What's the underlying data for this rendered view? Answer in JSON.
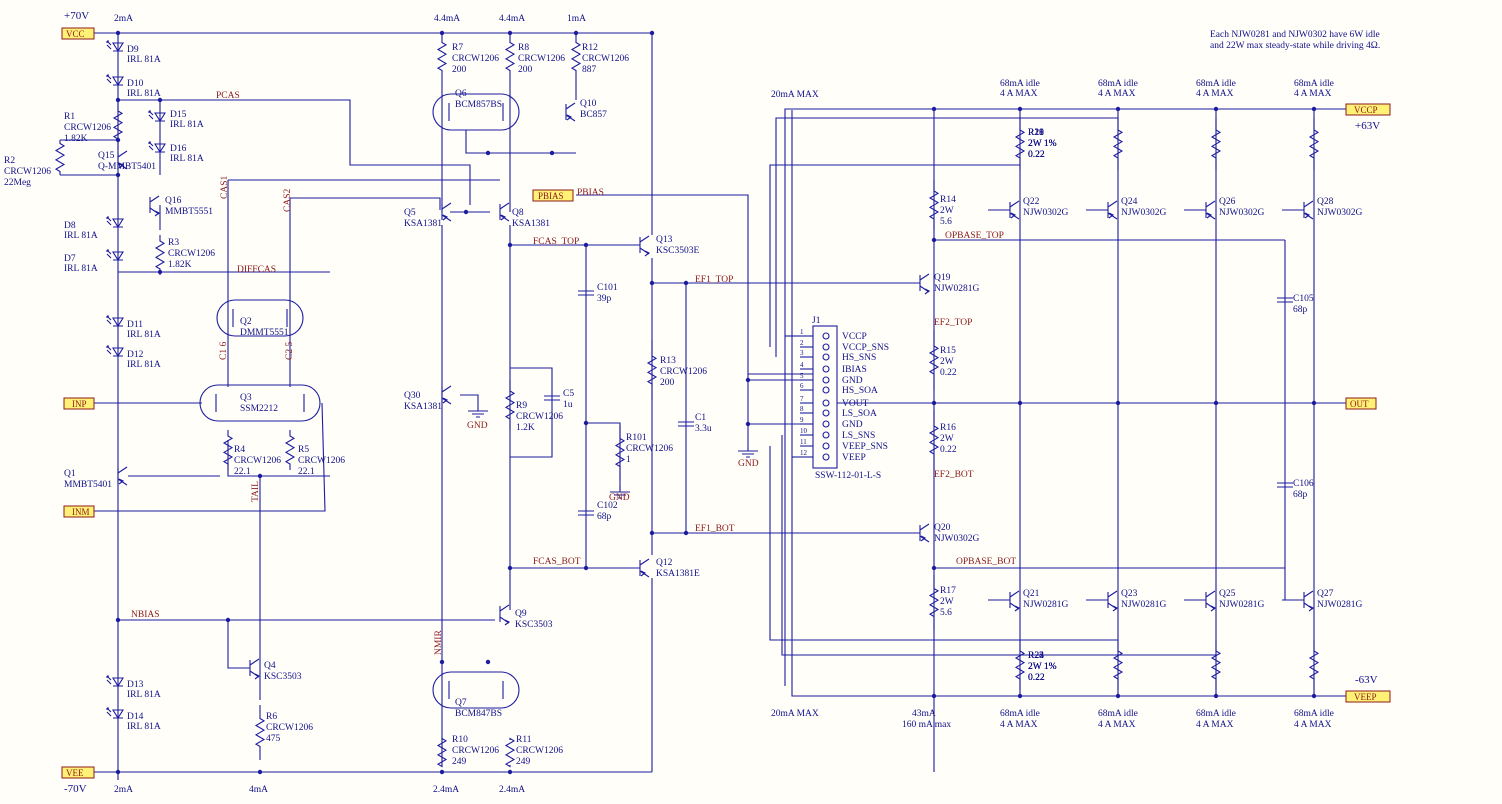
{
  "supplies": {
    "vplus": "+70V",
    "vminus": "-70V",
    "vccp": "+63V",
    "veep": "-63V"
  },
  "note": [
    "Each NJW0281 and NJW0302 have 6W idle",
    "and 22W max steady-state while driving 4Ω."
  ],
  "ports": {
    "vcc": "VCC",
    "vee": "VEE",
    "inp": "INP",
    "inm": "INM",
    "pbias": "PBIAS",
    "vccp": "VCCP",
    "veep": "VEEP",
    "out": "OUT"
  },
  "currents": {
    "top_2ma": "2mA",
    "top_44a": "4.4mA",
    "top_44b": "4.4mA",
    "top_1ma": "1mA",
    "bot_2ma": "2mA",
    "bot_4ma": "4mA",
    "bot_24a": "2.4mA",
    "bot_24b": "2.4mA",
    "max20_top": "20mA MAX",
    "max20_bot": "20mA MAX",
    "bot_43": "43mA",
    "bot_160": "160 mA max"
  },
  "idle_top": [
    "68mA idle",
    "68mA idle",
    "68mA idle",
    "68mA idle"
  ],
  "amax_top": [
    "4 A MAX",
    "4 A MAX",
    "4 A MAX",
    "4 A MAX"
  ],
  "idle_bot": [
    "68mA idle",
    "68mA idle",
    "68mA idle",
    "68mA idle"
  ],
  "amax_bot": [
    "4 A MAX",
    "4 A MAX",
    "4 A MAX",
    "4 A MAX"
  ],
  "netlabels": {
    "pcas": "PCAS",
    "cas1": "CAS1",
    "cas2": "CAS2",
    "diffcas": "DIFFCAS",
    "pbias": "PBIAS",
    "fcas_top": "FCAS_TOP",
    "fcas_bot": "FCAS_BOT",
    "ef1_top": "EF1_TOP",
    "ef1_bot": "EF1_BOT",
    "ef2_top": "EF2_TOP",
    "ef2_bot": "EF2_BOT",
    "opbase_top": "OPBASE_TOP",
    "opbase_bot": "OPBASE_BOT",
    "nbias": "NBIAS",
    "tail": "TAIL",
    "nmir": "NMIR",
    "c16": "C1 6",
    "c25": "C2 5",
    "gnd1": "GND",
    "gnd2": "GND",
    "gnd3": "GND"
  },
  "diodes": [
    {
      "ref": "D9",
      "val": "IRL 81A"
    },
    {
      "ref": "D10",
      "val": "IRL 81A"
    },
    {
      "ref": "D15",
      "val": "IRL 81A"
    },
    {
      "ref": "D16",
      "val": "IRL 81A"
    },
    {
      "ref": "D8",
      "val": "IRL 81A"
    },
    {
      "ref": "D7",
      "val": "IRL 81A"
    },
    {
      "ref": "D11",
      "val": "IRL 81A"
    },
    {
      "ref": "D12",
      "val": "IRL 81A"
    },
    {
      "ref": "D13",
      "val": "IRL 81A"
    },
    {
      "ref": "D14",
      "val": "IRL 81A"
    }
  ],
  "resistors": {
    "R1": [
      "R1",
      "CRCW1206",
      "1.82K"
    ],
    "R2": [
      "R2",
      "CRCW1206",
      "22Meg"
    ],
    "R3": [
      "R3",
      "CRCW1206",
      "1.82K"
    ],
    "R4": [
      "R4",
      "CRCW1206",
      "22.1"
    ],
    "R5": [
      "R5",
      "CRCW1206",
      "22.1"
    ],
    "R6": [
      "R6",
      "CRCW1206",
      "475"
    ],
    "R7": [
      "R7",
      "CRCW1206",
      "200"
    ],
    "R8": [
      "R8",
      "CRCW1206",
      "200"
    ],
    "R12": [
      "R12",
      "CRCW1206",
      "887"
    ],
    "R9": [
      "R9",
      "CRCW1206",
      "1.2K"
    ],
    "R10": [
      "R10",
      "CRCW1206",
      "249"
    ],
    "R11": [
      "R11",
      "CRCW1206",
      "249"
    ],
    "R13": [
      "R13",
      "CRCW1206",
      "200"
    ],
    "R101": [
      "R101",
      "CRCW1206",
      "1"
    ],
    "R14": [
      "R14",
      "2W",
      "5.6"
    ],
    "R15": [
      "R15",
      "2W",
      "0.22"
    ],
    "R16": [
      "R16",
      "2W",
      "0.22"
    ],
    "R17": [
      "R17",
      "2W",
      "5.6"
    ],
    "R18": [
      "R18",
      "2W 1%",
      "0.22"
    ],
    "R19": [
      "R19",
      "2W 1%",
      "0.22"
    ],
    "R20": [
      "R20",
      "2W 1%",
      "0.22"
    ],
    "R21": [
      "R21",
      "2W 1%",
      "0.22"
    ],
    "R22": [
      "R22",
      "2W 1%",
      "0.22"
    ],
    "R23": [
      "R23",
      "2W 1%",
      "0.22"
    ],
    "R24": [
      "R24",
      "2W 1%",
      "0.22"
    ],
    "R25": [
      "R25",
      "2W 1%",
      "0.22"
    ]
  },
  "caps": {
    "C101": [
      "C101",
      "39p"
    ],
    "C102": [
      "C102",
      "68p"
    ],
    "C5": [
      "C5",
      "1u"
    ],
    "C1": [
      "C1",
      "3.3u"
    ],
    "C105": [
      "C105",
      "68p"
    ],
    "C106": [
      "C106",
      "68p"
    ]
  },
  "transistors": {
    "Q1": [
      "Q1",
      "MMBT5401"
    ],
    "Q15": [
      "Q15",
      "Q-MMBT5401"
    ],
    "Q16": [
      "Q16",
      "MMBT5551"
    ],
    "Q2": [
      "Q2",
      "DMMT5551"
    ],
    "Q3": [
      "Q3",
      "SSM2212"
    ],
    "Q4": [
      "Q4",
      "KSC3503"
    ],
    "Q5": [
      "Q5",
      "KSA1381"
    ],
    "Q8": [
      "Q8",
      "KSA1381"
    ],
    "Q6": [
      "Q6",
      "BCM857BS"
    ],
    "Q10": [
      "Q10",
      "BC857"
    ],
    "Q30": [
      "Q30",
      "KSA1381"
    ],
    "Q9": [
      "Q9",
      "KSC3503"
    ],
    "Q7": [
      "Q7",
      "BCM847BS"
    ],
    "Q13": [
      "Q13",
      "KSC3503E"
    ],
    "Q12": [
      "Q12",
      "KSA1381E"
    ],
    "Q19": [
      "Q19",
      "NJW0281G"
    ],
    "Q20": [
      "Q20",
      "NJW0302G"
    ],
    "Q22": [
      "Q22",
      "NJW0302G"
    ],
    "Q24": [
      "Q24",
      "NJW0302G"
    ],
    "Q26": [
      "Q26",
      "NJW0302G"
    ],
    "Q28": [
      "Q28",
      "NJW0302G"
    ],
    "Q21": [
      "Q21",
      "NJW0281G"
    ],
    "Q23": [
      "Q23",
      "NJW0281G"
    ],
    "Q25": [
      "Q25",
      "NJW0281G"
    ],
    "Q27": [
      "Q27",
      "NJW0281G"
    ]
  },
  "connector": {
    "ref": "J1",
    "part": "SSW-112-01-L-S",
    "pins": [
      "1",
      "2",
      "3",
      "4",
      "5",
      "6",
      "7",
      "8",
      "9",
      "10",
      "11",
      "12"
    ],
    "names": [
      "VCCP",
      "VCCP_SNS",
      "HS_SNS",
      "IBIAS",
      "GND",
      "HS_SOA",
      "VOUT",
      "LS_SOA",
      "GND",
      "LS_SNS",
      "VEEP_SNS",
      "VEEP"
    ]
  }
}
